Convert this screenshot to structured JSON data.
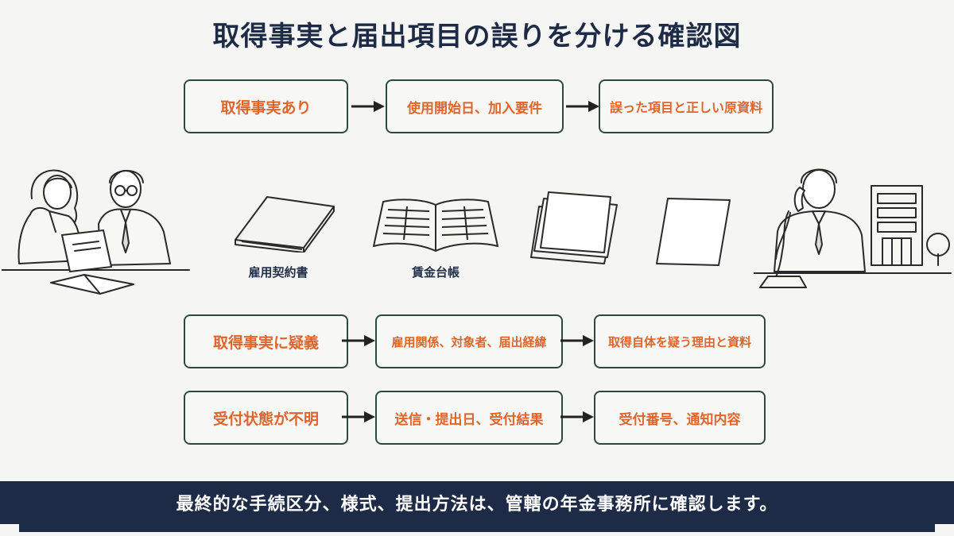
{
  "title": "取得事実と届出項目の誤りを分ける確認図",
  "rows": [
    {
      "cause": "取得事実あり",
      "check": "使用開始日、加入要件",
      "result": "誤った項目と正しい原資料"
    },
    {
      "cause": "取得事実に疑義",
      "check": "雇用関係、対象者、届出経緯",
      "result": "取得自体を疑う理由と資料"
    },
    {
      "cause": "受付状態が不明",
      "check": "送信・提出日、受付結果",
      "result": "受付番号、通知内容"
    }
  ],
  "documents": [
    {
      "label": "雇用契約書",
      "icon": "closed-book-icon"
    },
    {
      "label": "賃金台帳",
      "icon": "open-ledger-icon"
    },
    {
      "label": "",
      "icon": "paper-stack-icon"
    },
    {
      "label": "",
      "icon": "single-sheet-icon"
    }
  ],
  "footer": "最終的な手続区分、様式、提出方法は、管轄の年金事務所に確認します。",
  "colors": {
    "accent": "#e0652b",
    "box_border": "#2c4a3c",
    "navy": "#1d2b47",
    "background": "#f5f5f3"
  }
}
